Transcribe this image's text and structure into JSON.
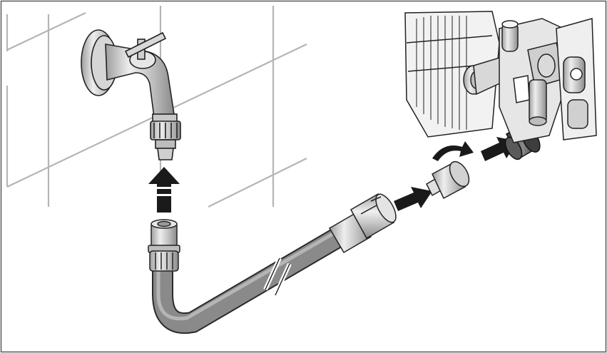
{
  "diagram": {
    "scene": "garden-hose-connection-to-pressure-washer",
    "arrows": [
      {
        "name": "arrow-up",
        "direction": "up"
      },
      {
        "name": "arrow-right-1",
        "direction": "right"
      },
      {
        "name": "arrow-right-2",
        "direction": "right"
      },
      {
        "name": "rotate-arrow",
        "direction": "clockwise"
      }
    ],
    "colors": {
      "ink": "#222222",
      "metal": "#cfcfcf",
      "metal_dark": "#9a9a9a",
      "hose": "#7a7a7a",
      "hose_dark": "#4a4a4a",
      "tile_line": "#b8b8b8",
      "arrow": "#1a1a1a",
      "frame": "#555555"
    }
  }
}
